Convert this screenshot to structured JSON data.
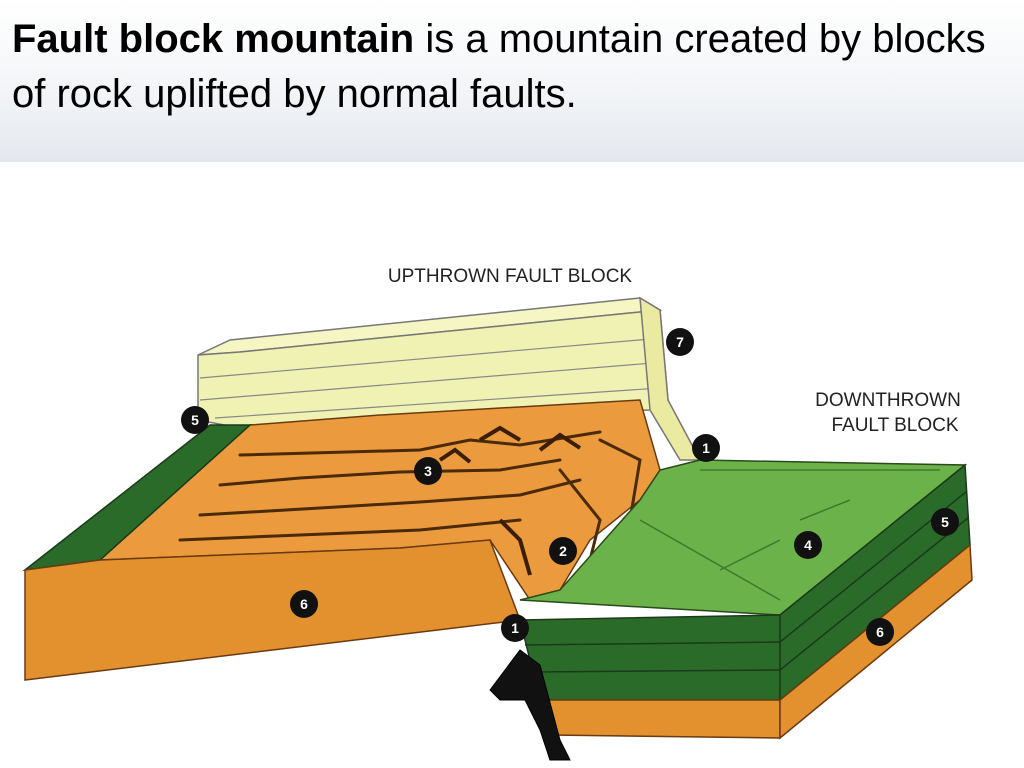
{
  "title": {
    "term": "Fault block mountain",
    "definition": " is a mountain created by blocks of rock uplifted by normal faults."
  },
  "diagram": {
    "labels": {
      "upthrown": "UPTHROWN FAULT BLOCK",
      "downthrown_line1": "DOWNTHROWN",
      "downthrown_line2": "FAULT BLOCK"
    },
    "markers": [
      "1",
      "1",
      "2",
      "3",
      "4",
      "5",
      "5",
      "6",
      "6",
      "7"
    ],
    "colors": {
      "uplift_light": "#f0f2b4",
      "orange_scarp": "#eb9a3d",
      "orange_side": "#e3912f",
      "dark_green": "#2a6b2a",
      "light_green": "#6cb24a",
      "marker": "#111111"
    }
  }
}
